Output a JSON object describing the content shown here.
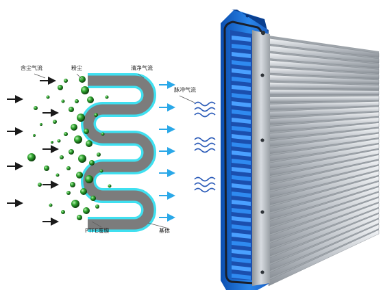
{
  "labels": {
    "dusty_air": "含尘气流",
    "dust": "粉尘",
    "clean_air": "清净气流",
    "pulse_air": "脉冲气流",
    "ptfe_membrane": "PTFE覆膜",
    "substrate": "基体"
  },
  "colors": {
    "dark_arrow": "#1a1a1a",
    "dust_particle": "#1f8a1f",
    "membrane": "#3fe0f0",
    "substrate": "#7c7c7c",
    "clean_arrow": "#2aa8e8",
    "pulse_wave": "#2b5bb8",
    "filter_frame": "#1f6fd6",
    "pleat_fin": "#c7ccd2"
  },
  "icons": [
    "arrow-right-icon",
    "dust-particle-icon",
    "wave-icon"
  ]
}
